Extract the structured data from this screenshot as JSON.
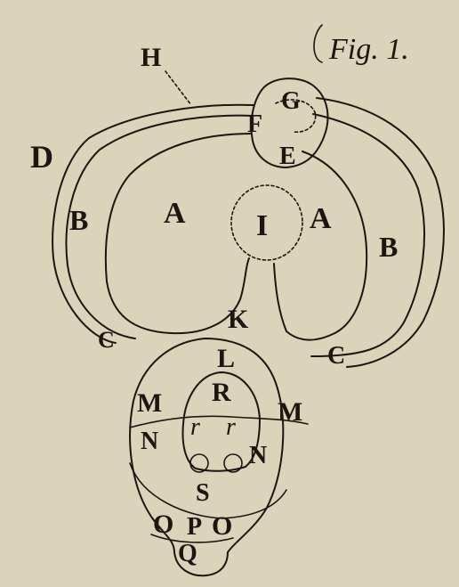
{
  "figure": {
    "title": "Fig. 1.",
    "labels": {
      "H": "H",
      "G": "G",
      "F": "F",
      "E": "E",
      "D": "D",
      "B_left": "B",
      "B_right": "B",
      "A_left": "A",
      "A_right": "A",
      "I": "I",
      "C_left": "C",
      "C_right": "C",
      "K": "K",
      "L": "L",
      "R": "R",
      "M_left": "M",
      "M_right": "M",
      "r_left": "r",
      "r_right": "r",
      "N_left": "N",
      "N_right": "N",
      "S": "S",
      "O_left": "O",
      "P": "P",
      "O_right": "O",
      "Q": "Q"
    }
  }
}
